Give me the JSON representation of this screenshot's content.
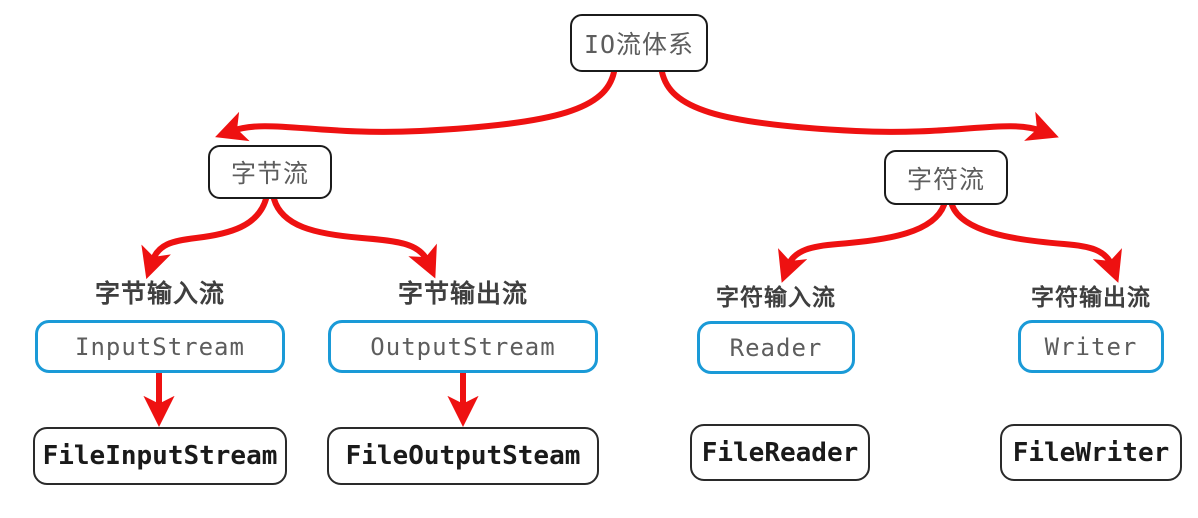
{
  "diagram": {
    "title": "IO流体系",
    "accent_arrow_color": "#ee1111",
    "abstract_border_color": "#1a9ad7",
    "concrete_border_color": "#2a2a2a",
    "nodes": {
      "root": {
        "label": "IO流体系"
      },
      "byte_stream": {
        "label": "字节流"
      },
      "char_stream": {
        "label": "字符流"
      },
      "byte_input_caption": {
        "label": "字节输入流"
      },
      "byte_output_caption": {
        "label": "字节输出流"
      },
      "char_input_caption": {
        "label": "字符输入流"
      },
      "char_output_caption": {
        "label": "字符输出流"
      },
      "input_stream": {
        "label": "InputStream"
      },
      "output_stream": {
        "label": "OutputStream"
      },
      "reader": {
        "label": "Reader"
      },
      "writer": {
        "label": "Writer"
      },
      "file_input_stream": {
        "label": "FileInputStream"
      },
      "file_output_stream": {
        "label": "FileOutputSteam"
      },
      "file_reader": {
        "label": "FileReader"
      },
      "file_writer": {
        "label": "FileWriter"
      }
    }
  }
}
